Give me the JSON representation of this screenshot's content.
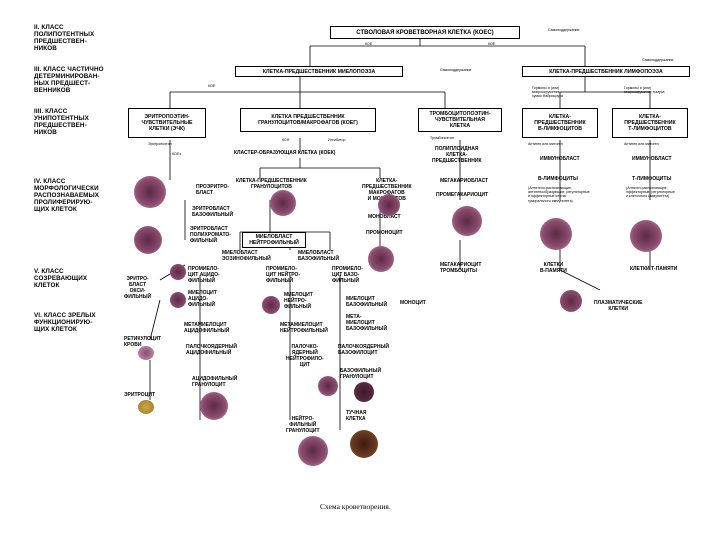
{
  "classes": [
    {
      "id": "c2",
      "text": "II. КЛАСС\nПОЛИПОТЕНТНЫХ\nПРЕДШЕСТВЕН-\nНИКОВ"
    },
    {
      "id": "c3",
      "text": "III. КЛАСС ЧАСТИЧНО\nДЕТЕРМИНИРОВАН-\nНЫХ ПРЕДШЕСТ-\nВЕННИКОВ"
    },
    {
      "id": "c4",
      "text": "IIII. КЛАСС\nУНИПОТЕНТНЫХ\nПРЕДШЕСТВЕН-\nНИКОВ"
    },
    {
      "id": "c5",
      "text": "IV. КЛАСС\nМОРФОЛОГИЧЕСКИ\nРАСПОЗНАВАЕМЫХ\nПРОЛИФЕРИРУЮ-\nЩИХ КЛЕТОК"
    },
    {
      "id": "c6",
      "text": "V. КЛАСС\nСОЗРЕВАЮЩИХ\nКЛЕТОК"
    },
    {
      "id": "c7",
      "text": "VI. КЛАСС ЗРЕЛЫХ\nФУНКЦИОНИРУЮ-\nЩИХ КЛЕТОК"
    }
  ],
  "boxes": {
    "stem": "СТВОЛОВАЯ КРОВЕТВОРНАЯ КЛЕТКА (КОЕс)",
    "myelo": "КЛЕТКА-ПРЕДШЕСТВЕННИК МИЕЛОПОЭЗА",
    "lympho": "КЛЕТКА-ПРЕДШЕСТВЕННИК ЛИМФОПОЭЗА",
    "erythro": "ЭРИТРОПОЭТИН-\nЧУВСТВИТЕЛЬНЫЕ\nКЛЕТКИ (ЭЧК)",
    "granulo": "КЛЕТКА ПРЕДШЕСТВЕННИК\nГРАНУЛОЦИТОВ/МАКРОФАГОВ (КОЕг)",
    "thrombo": "ТРОМБОЦИТОПОЭТИН-\nЧУВСТВИТЕЛЬНАЯ\nКЛЕТКА",
    "b_pre": "КЛЕТКА-\nПРЕДШЕСТВЕННИК\nВ-ЛИМФОЦИТОВ",
    "t_pre": "КЛЕТКА-\nПРЕДШЕСТВЕННИК\nТ-ЛИМФОЦИТОВ",
    "myeloblast": "МИЕЛОБЛАСТ\nНЕЙТРОФИЛЬНЫЙ"
  },
  "small_notes": {
    "self_main": "Самоподдержание",
    "self_myelo": "Самоподдержание",
    "self_lympho": "Самоподдержание",
    "koe_left": "КОЕ",
    "koe_right": "КОЕ",
    "koe_myelo": "КОЕ",
    "erythropoietin": "Эритропоэтин",
    "koe_e": "КОЕэ",
    "kse": "КСФ",
    "inhibitor": "Ингибитор",
    "thrombopoietin": "Тромбопоэтин",
    "hormones_b": "Гормоны и (или)\nмикроокружение\nсумки Фабрициуса",
    "hormones_t": "Гормоны и (или)\nмикроокружение тимуса",
    "antigen_b": "Антиген или митоген",
    "antigen_t": "Антиген или митоген",
    "b_lymph_note": "(Антитело-распознающие,\nантителообразующие, регуляторные\nи эффекторные клетки\nгуморального иммунитета)",
    "t_lymph_note": "(Антиген-распознающие,\nэффекторные, регуляторные\nи клеточного иммунитета)"
  },
  "cell_labels": {
    "cluster": "КЛАСТЕР-ОБРАЗУЮЩАЯ КЛЕТКА (КОЕк)",
    "granulo_pre": "КЛЕТКА-ПРЕДШЕСТВЕННИК\nГРАНУЛОЦИТОВ",
    "macro_pre": "КЛЕТКА-\nПРЕДШЕСТВЕННИК\nМАКРОФАГОВ\nИ МОНОЦИТОВ",
    "polyploid": "ПОЛИПЛОИДНАЯ\nКЛЕТКА-\nПРЕДШЕСТВЕННИК",
    "proerythroblast": "ПРОЭРИТРО-\nБЛАСТ",
    "erythroblast_baso": "ЭРИТРОБЛАСТ\nБАЗОФИЛЬНЫЙ",
    "erythroblast_poly": "ЭРИТРОБЛАСТ\nПОЛИХРОМАТО-\nФИЛЬНЫЙ",
    "myeloblast_eos": "МИЕЛОБЛАСТ\nЭОЗИНОФИЛЬНЫЙ",
    "myeloblast_baso": "МИЕЛОБЛАСТ\nБАЗОФИЛЬНЫЙ",
    "monoblast": "МОНОБЛАСТ",
    "promonocyte": "ПРОМОНОЦИТ",
    "megakaryoblast": "МЕГАКАРИОБЛАСТ",
    "promegakaryocyte": "ПРОМЕГАКАРИОЦИТ",
    "megakaryocyte": "МЕГАКАРИОЦИТ\nТРОМБОЦИТЫ",
    "immunoblast_b": "ИММУНОБЛАСТ",
    "immunoblast_t": "ИММУНОБЛАСТ",
    "b_lymph": "В-ЛИМФОЦИТЫ",
    "t_lymph": "Т-ЛИМФОЦИТЫ",
    "b_memory": "КЛЕТКИ\nВ-ПАМЯТИ",
    "t_memory": "КЛЕТКИ Т-ПАМЯТИ",
    "plasma": "ПЛАЗМАТИЧЕСКИЕ\nКЛЕТКИ",
    "erythro_oxy": "ЭРИТРО-\nБЛАСТ\nОКСИ-\nФИЛЬНЫЙ",
    "promyelo_acid": "ПРОМИЕЛО-\nЦИТ АЦИДО-\nФИЛЬНЫЙ",
    "myelocyte_acid": "МИЕЛОЦИТ\nАЦИДО-\nФИЛЬНЫЙ",
    "promyelo_neut": "ПРОМИЕЛО-\nЦИТ НЕЙТРО-\nФИЛЬНЫЙ",
    "promyelo_baso": "ПРОМИЕЛО-\nЦИТ БАЗО-\nФИЛЬНЫЙ",
    "myelocyte_neut": "МИЕЛОЦИТ\nНЕЙТРО-\nФИЛЬНЫЙ",
    "myelocyte_baso": "МИЕЛОЦИТ\nБАЗОФИЛЬНЫЙ",
    "metamyelo_acid": "МЕТАМИЕЛОЦИТ\nАЦИДОФИЛЬНЫЙ",
    "metamyelo_neut": "МЕТАМИЕЛОЦИТ\nНЕЙТРОФИЛЬНЫЙ",
    "metamyelo_baso": "МЕТА-\nМИЕЛОЦИТ\nБАЗОФИЛЬНЫЙ",
    "monocyte": "МОНОЦИТ",
    "reticulocyte": "РЕТИКУЛОЦИТ\nКРОВИ",
    "band_acid": "ПАЛОЧКОЯДЕРНЫЙ\nАЦИДОФИЛЬНЫЙ",
    "band_neut": "ПАЛОЧКО-\nЯДЕРНЫЙ\nНЕЙТРОФИЛО-\nЦИТ",
    "band_baso": "ПАЛОЧКОЯДЕРНЫЙ\nБАЗОФИЛОЦИТ",
    "erythrocyte": "ЭРИТРОЦИТ",
    "acido_granulocyte": "АЦИДОФИЛЬНЫЙ\nГРАНУЛОЦИТ",
    "baso_granulocyte": "БАЗОФИЛЬНЫЙ\nГРАНУЛОЦИТ",
    "neut_granulocyte": "НЕЙТРО-\nФИЛЬНЫЙ\nГРАНУЛОЦИТ",
    "mast_cell": "ТУЧНАЯ\nКЛЕТКА"
  },
  "caption": "Схема кроветворения.",
  "colors": {
    "cell_purple": "#8a4a6e",
    "cell_dark": "#5a2a44",
    "cell_pink": "#c89aaa",
    "erythrocyte": "#c8a84a",
    "line": "#000000"
  }
}
